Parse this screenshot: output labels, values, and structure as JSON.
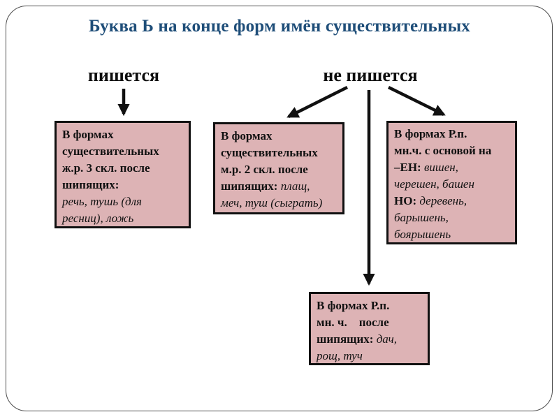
{
  "slide": {
    "title": "Буква Ь на конце форм имён существительных"
  },
  "headers": {
    "written": "пишется",
    "not_written": "не пишется"
  },
  "colors": {
    "title": "#1f4e79",
    "box_fill": "#ddb3b5",
    "box_border": "#111111",
    "arrow": "#111111",
    "frame_border": "#4d4d4d",
    "text": "#111111"
  },
  "boxes": [
    {
      "id": "feminine-3rd-declension-rule",
      "lines": [
        [
          {
            "style": "bold",
            "text": "В формах"
          }
        ],
        [
          {
            "style": "bold",
            "text": "существительных"
          }
        ],
        [
          {
            "style": "bold",
            "text": "ж.р. 3 скл. после"
          }
        ],
        [
          {
            "style": "bold",
            "text": "шипящих:"
          }
        ],
        [
          {
            "style": "italic",
            "text": "речь, тушь (для"
          }
        ],
        [
          {
            "style": "italic",
            "text": "ресниц), ложь"
          }
        ]
      ]
    },
    {
      "id": "masculine-2nd-declension-rule",
      "lines": [
        [
          {
            "style": "bold",
            "text": "В формах"
          }
        ],
        [
          {
            "style": "bold",
            "text": "существительных"
          }
        ],
        [
          {
            "style": "bold",
            "text": "м.р. 2 скл. после"
          }
        ],
        [
          {
            "style": "bold",
            "text": "шипящих: "
          },
          {
            "style": "italic",
            "text": "плащ,"
          }
        ],
        [
          {
            "style": "italic",
            "text": "меч, туш (сыграть)"
          }
        ]
      ]
    },
    {
      "id": "genitive-plural-en-stem-rule",
      "lines": [
        [
          {
            "style": "bold",
            "text": "В формах Р.п."
          }
        ],
        [
          {
            "style": "bold",
            "text": "мн.ч. с основой на"
          }
        ],
        [
          {
            "style": "bold",
            "text": "–ЕН: "
          },
          {
            "style": "italic",
            "text": "вишен,"
          }
        ],
        [
          {
            "style": "italic",
            "text": "черешен, башен"
          }
        ],
        [
          {
            "style": "bold",
            "text": "НО: "
          },
          {
            "style": "italic",
            "text": "деревень,"
          }
        ],
        [
          {
            "style": "italic",
            "text": "барышень,"
          }
        ],
        [
          {
            "style": "italic",
            "text": "боярышень"
          }
        ]
      ]
    },
    {
      "id": "genitive-plural-sibilants-rule",
      "lines": [
        [
          {
            "style": "bold",
            "text": "В формах Р.п."
          }
        ],
        [
          {
            "style": "bold",
            "text": "мн. ч.    после"
          }
        ],
        [
          {
            "style": "bold",
            "text": "шипящих: "
          },
          {
            "style": "italic",
            "text": "дач,"
          }
        ],
        [
          {
            "style": "italic",
            "text": "рощ, туч"
          }
        ]
      ]
    }
  ]
}
